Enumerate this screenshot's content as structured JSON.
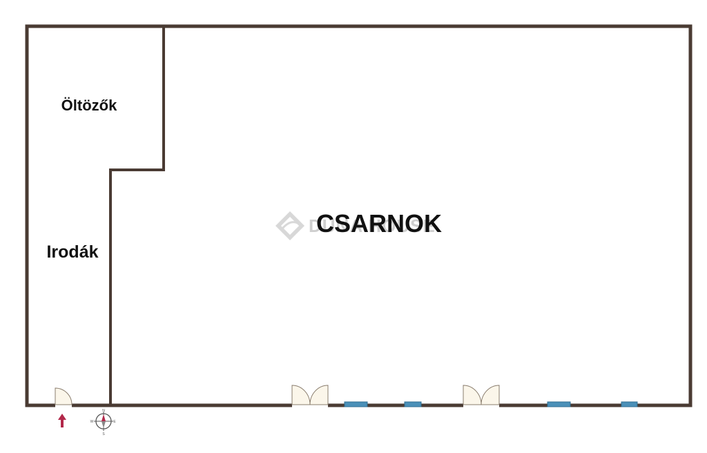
{
  "rooms": {
    "dressing_rooms": "Öltözők",
    "offices": "Irodák",
    "hall": "CSARNOK"
  },
  "watermark": {
    "text": "DUNA HOUSE",
    "icon": "diamond-logo-icon"
  },
  "compass": {
    "icon": "compass-icon",
    "n": "N",
    "s": "S",
    "e": "E",
    "w": "W"
  },
  "entrance_marker": {
    "icon": "entrance-arrow-icon"
  },
  "colors": {
    "wall": "#4a3b33",
    "door_fill": "#fbf6ea",
    "window": "#4a90b8",
    "arrow": "#b2284a",
    "watermark": "#cfcfcf"
  }
}
